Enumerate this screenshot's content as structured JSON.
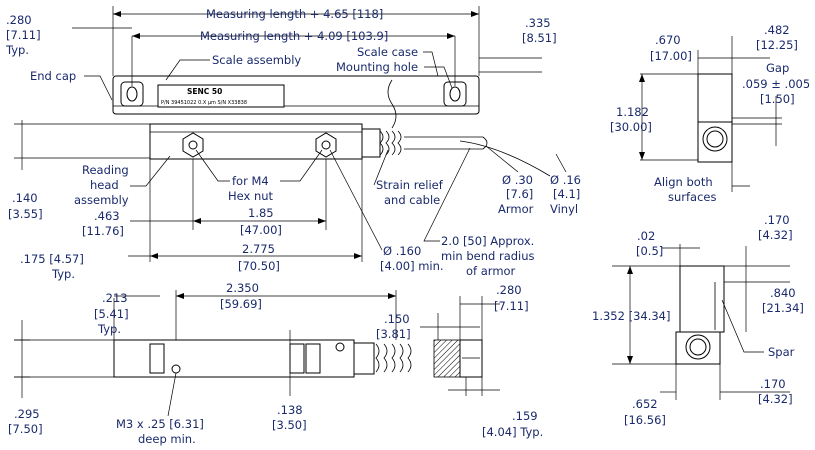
{
  "top_view": {
    "dim_measuring_465": "Measuring length + 4.65 [118]",
    "dim_measuring_409": "Measuring length + 4.09 [103.9]",
    "dim_280_in": ".280",
    "dim_280_mm": "[7.11]",
    "dim_280_typ": "Typ.",
    "dim_335_in": ".335",
    "dim_335_mm": "[8.51]",
    "label_end_cap": "End cap",
    "label_scale_assembly": "Scale assembly",
    "label_scale_case": "Scale case",
    "label_mounting_hole": "Mounting hole",
    "label_reading_head_1": "Reading",
    "label_reading_head_2": "head",
    "label_reading_head_3": "assembly",
    "label_m4_1": "for M4",
    "label_m4_2": "Hex nut",
    "label_strain_1": "Strain relief",
    "label_strain_2": "and cable",
    "dim_030_in": "Ø .30",
    "dim_030_mm": "[7.6]",
    "dim_030_label": "Armor",
    "dim_016_in": "Ø .16",
    "dim_016_mm": "[4.1]",
    "dim_016_label": "Vinyl",
    "dim_140_in": ".140",
    "dim_140_mm": "[3.55]",
    "dim_463_in": ".463",
    "dim_463_mm": "[11.76]",
    "dim_185_in": "1.85",
    "dim_185_mm": "[47.00]",
    "dim_2775": "2.775",
    "dim_2775_mm": "[70.50]",
    "dim_175": ".175 [4.57]",
    "dim_175_typ": "Typ.",
    "dim_160_in": "Ø .160",
    "dim_160_mm": "[4.00] min.",
    "bend_1": "2.0 [50] Approx.",
    "bend_2": "min bend radius",
    "bend_3": "of armor",
    "plate_1": "SENC 50",
    "plate_2": "P/N 39451022  0.X μm    S/N X33838"
  },
  "bottom_view": {
    "dim_213_in": ".213",
    "dim_213_mm": "[5.41]",
    "dim_213_typ": "Typ.",
    "dim_2350_in": "2.350",
    "dim_2350_mm": "[59.69]",
    "dim_150_in": ".150",
    "dim_150_mm": "[3.81]",
    "dim_280b_in": ".280",
    "dim_280b_mm": "[7.11]",
    "dim_295_in": ".295",
    "dim_295_mm": "[7.50]",
    "m3_1": "M3 x .25 [6.31]",
    "m3_2": "deep min.",
    "dim_138_in": ".138",
    "dim_138_mm": "[3.50]",
    "dim_159_in": ".159",
    "dim_159_mm": "[4.04] Typ."
  },
  "side_view": {
    "dim_482_in": ".482",
    "dim_482_mm": "[12.25]",
    "dim_670_in": ".670",
    "dim_670_mm": "[17.00]",
    "gap_label": "Gap",
    "gap_in": ".059 ± .005",
    "gap_mm": "[1.50]",
    "dim_1182_in": "1.182",
    "dim_1182_mm": "[30.00]",
    "align_1": "Align both",
    "align_2": "surfaces"
  },
  "end_view": {
    "dim_02_in": ".02",
    "dim_02_mm": "[0.5]",
    "dim_170a_in": ".170",
    "dim_170a_mm": "[4.32]",
    "dim_840_in": ".840",
    "dim_840_mm": "[21.34]",
    "dim_1352": "1.352 [34.34]",
    "spar": "Spar",
    "dim_170b_in": ".170",
    "dim_170b_mm": "[4.32]",
    "dim_652_in": ".652",
    "dim_652_mm": "[16.56]"
  }
}
